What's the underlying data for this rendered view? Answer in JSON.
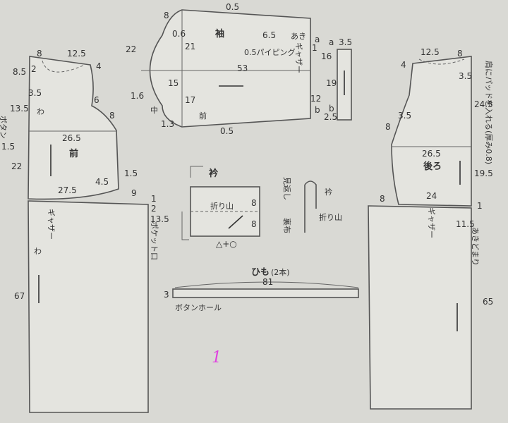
{
  "figure_number": "1",
  "front_bodice": {
    "label": "前",
    "dims": {
      "shoulder_top": "8",
      "neck_width": "12.5",
      "neck_drop": "8.5",
      "corner_2": "2",
      "armhole_4": "4",
      "armhole_3_5": "3.5",
      "side_6": "6",
      "armhole_8": "8",
      "button_band": "13.5",
      "fold_mark": "わ",
      "button_label": "ボタン",
      "button_offset": "1.5",
      "chest": "26.5",
      "bodice_length": "22",
      "waist": "27.5",
      "seam_4_5": "4.5",
      "seam_1_5": "1.5",
      "seam_9": "9",
      "seam_1": "1",
      "seam_2": "2"
    }
  },
  "front_skirt": {
    "gather": "ギャザー",
    "fold_mark": "わ",
    "length": "67",
    "pocket_length": "13.5",
    "pocket_label": "ポケット口"
  },
  "sleeve": {
    "label": "袖",
    "dims": {
      "top_0_5": "0.5",
      "cap_8": "8",
      "cap_0_6": "0.6",
      "cap_21": "21",
      "cap_22": "22",
      "length_53": "53",
      "mid_15": "15",
      "elbow_1_6": "1.6",
      "under_17": "17",
      "label_mid": "中",
      "label_front": "前",
      "bottom_1_3": "1.3",
      "bottom_0_5": "0.5",
      "cuff_6_5": "6.5",
      "cuff_a": "a",
      "cuff_1": "1",
      "cuff_16": "16",
      "cuff_12": "12",
      "cuff_b": "b",
      "piping": "0.5パイピング",
      "gather_label": "ギャザー",
      "gather_note": "あき"
    }
  },
  "cuff": {
    "width": "3.5",
    "mark_a": "a",
    "mark_b": "b",
    "length": "19",
    "bottom": "2.5"
  },
  "collar": {
    "title": "衿",
    "fold_line": "折り山",
    "dim_8_top": "8",
    "dim_8_bottom": "8",
    "bottom_label": "△+○",
    "facing": "見返し",
    "lining": "裏布",
    "detail_collar": "衿",
    "detail_fold": "折り山"
  },
  "tie": {
    "title": "ひも",
    "note": "(2本)",
    "length": "81",
    "width": "3",
    "buttonhole": "ボタンホール"
  },
  "back_bodice": {
    "label": "後ろ",
    "dims": {
      "neck_width": "12.5",
      "shoulder_8": "8",
      "corner_4": "4",
      "dim_3_5": "3.5",
      "depth_24_5": "24.5",
      "armhole_3_5": "3.5",
      "armhole_8": "8",
      "chest": "26.5",
      "length": "19.5",
      "waist": "24",
      "side_8": "8",
      "seam_1": "1"
    },
    "shoulder_pad_note": "肩にパッドを入れる(厚み0.8)"
  },
  "back_skirt": {
    "gather": "ギャザー",
    "slit_stop": "あきどまり",
    "slit_length": "11.5",
    "length": "65"
  }
}
